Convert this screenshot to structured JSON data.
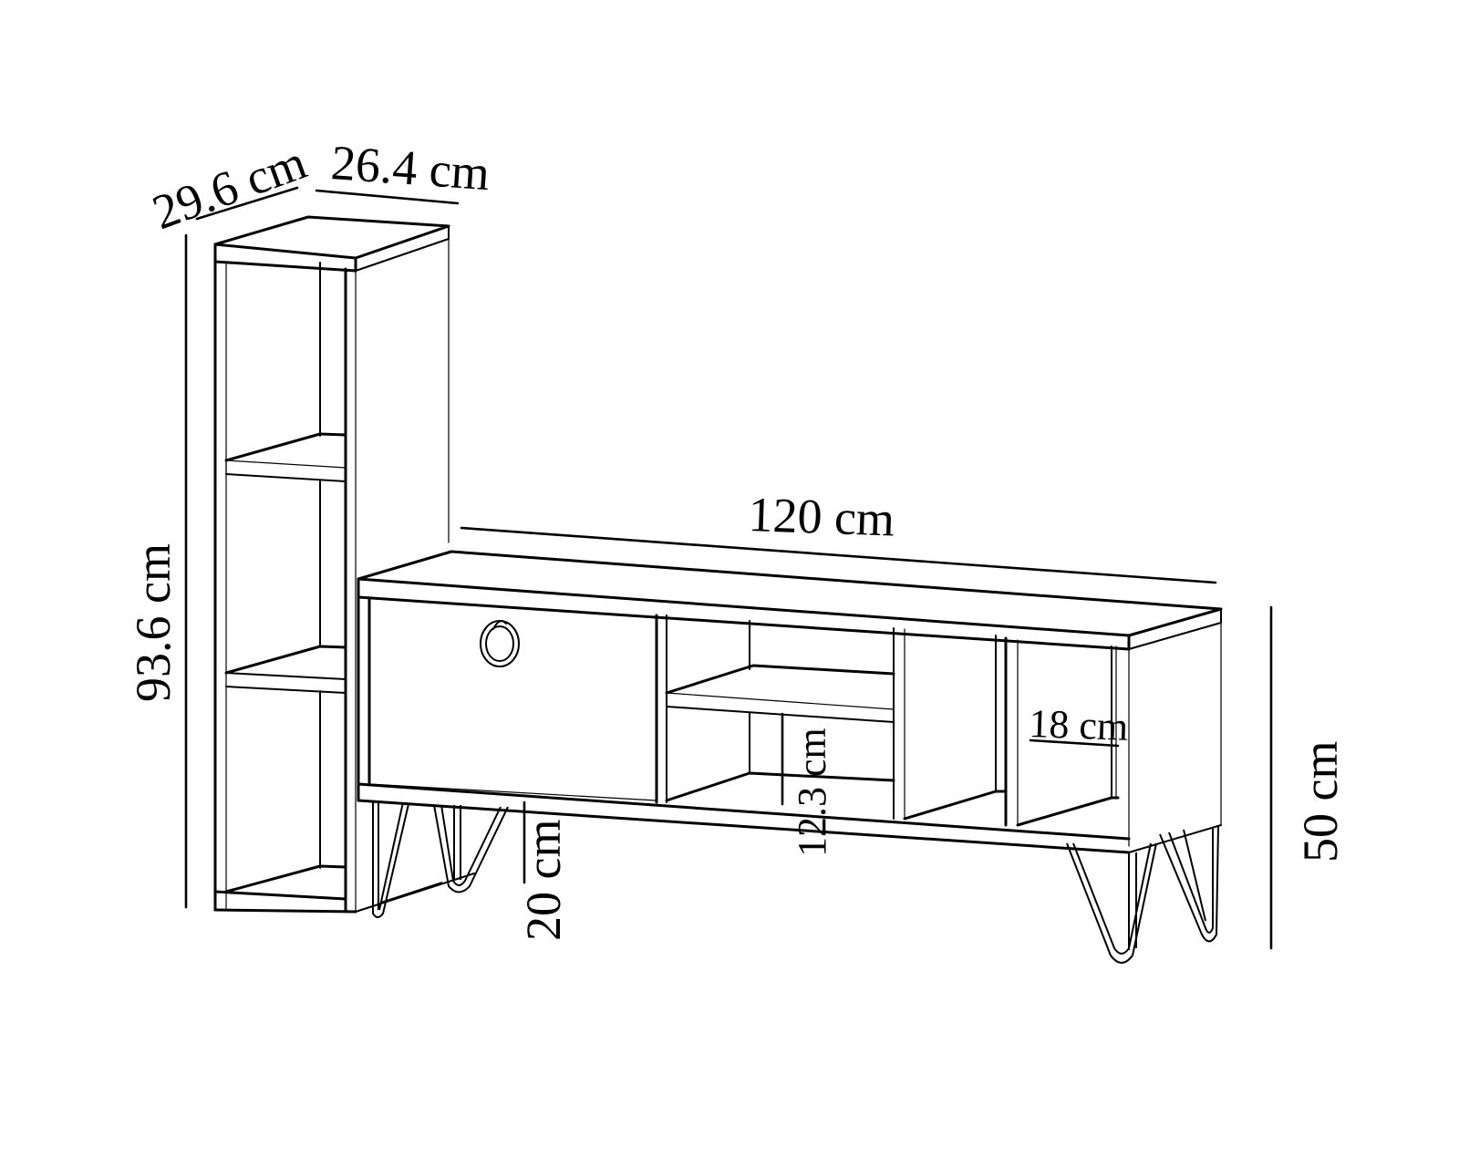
{
  "diagram": {
    "title": "TV unit with side bookcase - dimension drawing",
    "colors": {
      "line": "#000000",
      "background": "#ffffff"
    },
    "dimensions": {
      "bookcase_width": "29.6 cm",
      "bookcase_depth": "26.4 cm",
      "bookcase_height": "93.6 cm",
      "tv_unit_width": "120 cm",
      "tv_unit_height": "50 cm",
      "leg_height": "20 cm",
      "shelf_gap": "12.3 cm",
      "compartment_width": "18 cm"
    },
    "components": [
      {
        "name": "Side bookcase",
        "shelves": 3
      },
      {
        "name": "TV stand",
        "door_handle": "ring-pull",
        "legs": "hairpin"
      }
    ]
  }
}
